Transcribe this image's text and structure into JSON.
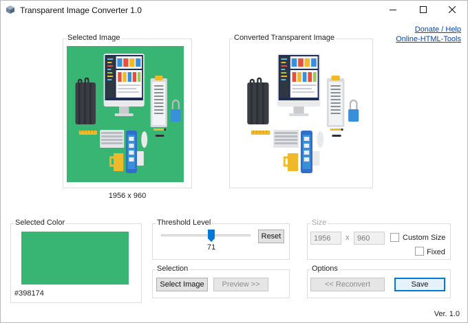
{
  "window": {
    "title": "Transparent Image Converter 1.0",
    "icon": "cube-icon",
    "controls": [
      "minimize-icon",
      "maximize-icon",
      "close-icon"
    ]
  },
  "links": {
    "donate_help": "Donate / Help",
    "online_tools": "Online-HTML-Tools"
  },
  "selected_image": {
    "label": "Selected Image",
    "dimensions": "1956 x 960",
    "background_color": "#398174"
  },
  "converted_image": {
    "label": "Converted Transparent Image"
  },
  "selected_color": {
    "label": "Selected Color",
    "hex": "#398174",
    "swatch_color": "#38b573"
  },
  "threshold": {
    "label": "Threshold Level",
    "value": "71",
    "value_percent": 71,
    "reset_label": "Reset"
  },
  "selection": {
    "label": "Selection",
    "select_image_label": "Select Image",
    "preview_label": "Preview >>"
  },
  "size": {
    "label": "Size",
    "width": "1956",
    "height": "960",
    "x_label": "x",
    "custom_size_label": "Custom Size",
    "fixed_label": "Fixed"
  },
  "options": {
    "label": "Options",
    "reconvert_label": "<< Reconvert",
    "save_label": "Save"
  },
  "footer": {
    "version": "Ver. 1.0"
  },
  "colors": {
    "accent": "#0078d7",
    "link": "#0645ad"
  }
}
